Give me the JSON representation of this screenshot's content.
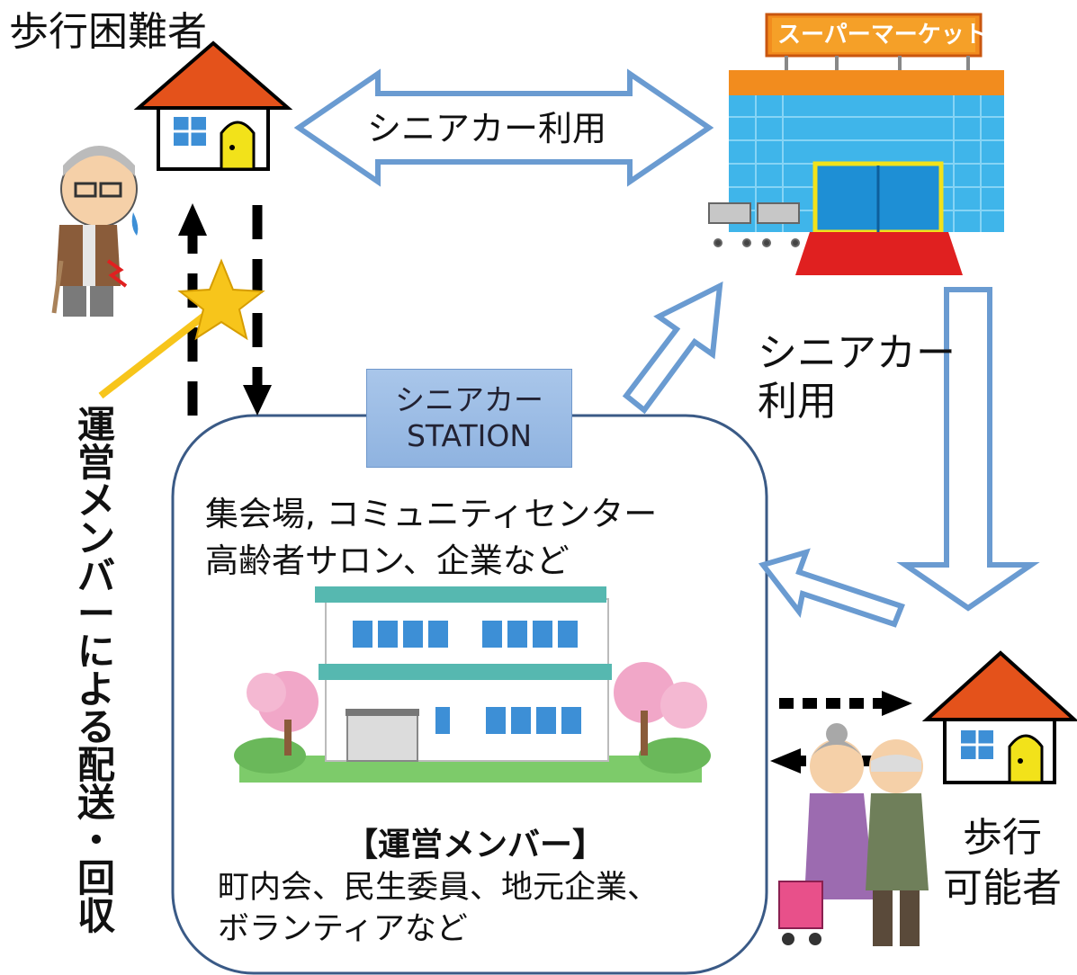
{
  "labels": {
    "difficult_walker": "歩行困難者",
    "senior_car_use_top": "シニアカー利用",
    "senior_car_use_right_line1": "シニアカー",
    "senior_car_use_right_line2": "利用",
    "station_line1": "シニアカー",
    "station_line2": "STATION",
    "venues_line1": "集会場, コミュニティセンター",
    "venues_line2": "高齢者サロン、企業など",
    "operators_heading": "【運営メンバー】",
    "operators_line1": "町内会、民生委員、地元企業、",
    "operators_line2": "ボランティアなど",
    "able_walker_line1": "歩行",
    "able_walker_line2": "可能者",
    "delivery_vertical": [
      "運",
      "営",
      "メ",
      "ン",
      "バ",
      "ー",
      "に",
      "よ",
      "る",
      "配",
      "送",
      "・",
      "回",
      "収"
    ],
    "supermarket_sign": "スーパーマーケット"
  },
  "colors": {
    "arrow_blue": "#6a9bd1",
    "roof_orange": "#e4521b",
    "door_yellow": "#f2e21a",
    "window_blue": "#3d8fd6",
    "star_yellow": "#f7c51b",
    "station_fill": "#9dbde6",
    "rounded_box_stroke": "#3a5a86",
    "store_glass": "#3fb5ea",
    "store_orange": "#f28c1e",
    "carpet_red": "#e02020"
  },
  "icons": [
    "house-icon",
    "supermarket-icon",
    "elderly-person-icon",
    "elderly-couple-icon",
    "community-building-icon",
    "star-icon"
  ]
}
